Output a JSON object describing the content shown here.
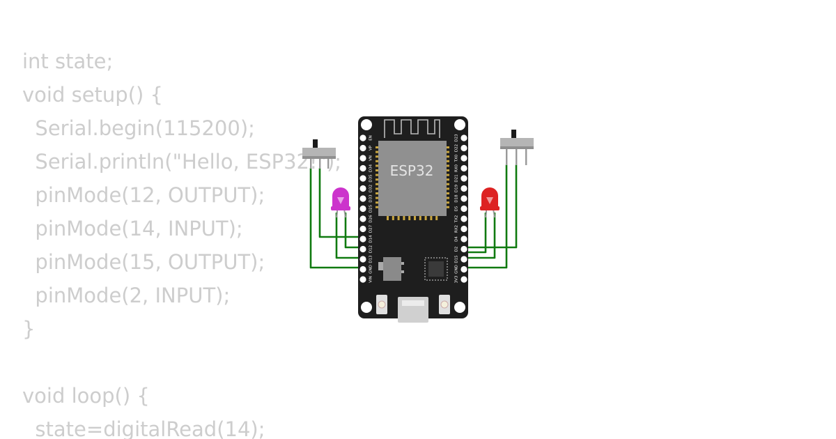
{
  "code": {
    "lines": [
      "int state;",
      "void setup() {",
      "  Serial.begin(115200);",
      "  Serial.println(\"Hello, ESP32!\");",
      "  pinMode(12, OUTPUT);",
      "  pinMode(14, INPUT);",
      "  pinMode(15, OUTPUT);",
      "  pinMode(2, INPUT);",
      "}",
      "",
      "void loop() {",
      "  state=digitalRead(14);"
    ]
  },
  "board": {
    "chip_label": "ESP32",
    "left_pins": [
      "EN",
      "VP",
      "VN",
      "D34",
      "D35",
      "D32",
      "D33",
      "D25",
      "D26",
      "D27",
      "D14",
      "D12",
      "D13",
      "GND",
      "VIN"
    ],
    "right_pins": [
      "D23",
      "D22",
      "TX0",
      "RX0",
      "D21",
      "D19",
      "D18",
      "D5",
      "TX2",
      "RX2",
      "D4",
      "D2",
      "D15",
      "GND",
      "3V3"
    ]
  },
  "components": {
    "left_led_color": "#cc33cc",
    "right_led_color": "#dd2222",
    "wire_color": "#107a10",
    "board_color": "#1e1e1e"
  }
}
